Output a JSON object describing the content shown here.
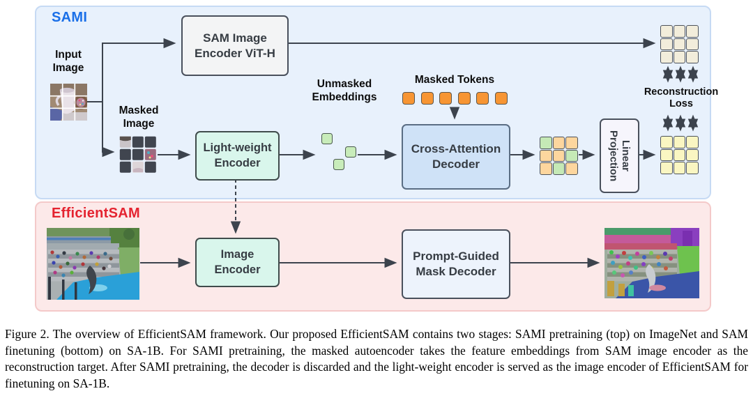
{
  "sami_panel": {
    "title": "SAMI",
    "title_color": "#1a6fe8",
    "panel_color": "#e8f1fc",
    "input_image_label": "Input Image",
    "masked_image_label": "Masked Image",
    "sam_encoder_label": "SAM Image Encoder ViT-H",
    "lightweight_encoder_label": "Light-weight Encoder",
    "unmasked_embeddings_label": "Unmasked Embeddings",
    "masked_tokens_label": "Masked Tokens",
    "cross_attention_decoder_label": "Cross-Attention Decoder",
    "linear_projection_label": "Linear Projection",
    "reconstruction_loss_label": "Reconstruction Loss"
  },
  "efficientsam_panel": {
    "title": "EfficientSAM",
    "title_color": "#e42330",
    "panel_color": "#fce9e9",
    "image_encoder_label": "Image Encoder",
    "mask_decoder_label": "Prompt-Guided Mask Decoder"
  },
  "tokens": {
    "masked_count": 6,
    "masked_color": "#f79533",
    "unmasked_color": "#c8ecba",
    "unmasked_positions": [
      [
        461,
        191
      ],
      [
        495,
        210
      ],
      [
        478,
        228
      ]
    ]
  },
  "grids": {
    "reconstruction_target": {
      "color": "#f2eddb"
    },
    "decoder_output": {
      "palette": {
        "green": "#c5e9b6",
        "orange": "#fdd69e"
      },
      "cells": [
        "green",
        "orange",
        "orange",
        "orange",
        "orange",
        "green",
        "orange",
        "green",
        "orange"
      ]
    },
    "projected_output": {
      "color": "#faf6c2"
    }
  },
  "caption": "Figure 2. The overview of EfficientSAM framework. Our proposed EfficientSAM contains two stages: SAMI pretraining (top) on ImageNet and SAM finetuning (bottom) on SA-1B. For SAMI pretraining, the masked autoencoder takes the feature embeddings from SAM image encoder as the reconstruction target. After SAMI pretraining, the decoder is discarded and the light-weight encoder is served as the image encoder of EfficientSAM for finetuning on SA-1B."
}
